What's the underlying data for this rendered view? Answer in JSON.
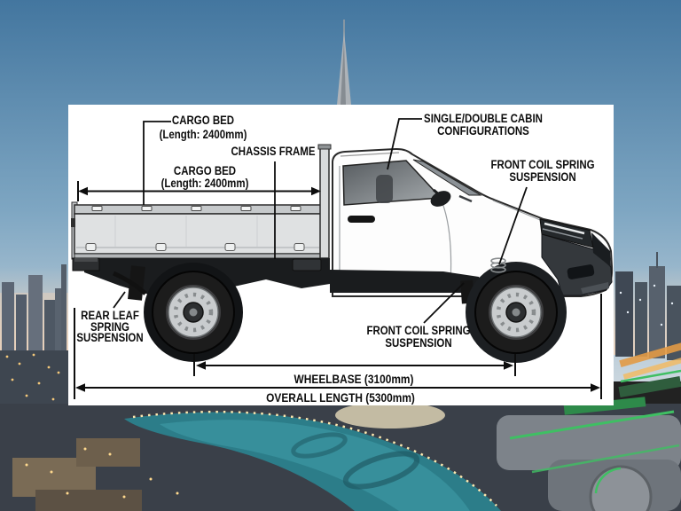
{
  "colors": {
    "sky_top": "#43769f",
    "sky_mid": "#7ea6c2",
    "sky_low": "#cad6de",
    "sunset": "#ecd1b9",
    "panel_bg": "#ffffff",
    "ink": "#0d0d0d",
    "truck_outline": "#2b2b2b",
    "bed_gray": "#dfe1e2",
    "dark_parts": "#1a1c1e",
    "bumper_gray": "#34383c",
    "water_teal": "#2c7d89",
    "neon_green": "#3fbf63",
    "city_orange": "#e29a45"
  },
  "panel": {
    "labels": {
      "cargo_bed_top": {
        "line1": "CARGO BED",
        "line2": "(Length: 2400mm)"
      },
      "chassis_frame": {
        "line1": "CHASSIS FRAME"
      },
      "cargo_bed_dim": {
        "line1": "CARGO BED",
        "line2": "(Length: 2400mm)"
      },
      "cabin_config": {
        "line1": "SINGLE/DOUBLE CABIN",
        "line2": "CONFIGURATIONS"
      },
      "front_coil_upper": {
        "line1": "FRONT COIL SPRING",
        "line2": "SUSPENSION"
      },
      "front_coil_lower": {
        "line1": "FRONT COIL SPRING",
        "line2": "SUSPENSION"
      },
      "rear_leaf": {
        "line1": "REAR LEAF",
        "line2": "SPRING",
        "line3": "SUSPENSION"
      },
      "wheelbase_dim": {
        "line1": "WHEELBASE (3100mm)"
      },
      "overall_length_dim": {
        "line1": "OVERALL LENGTH (5300mm)"
      }
    },
    "measurements": {
      "cargo_bed_length_mm": "2400",
      "wheelbase_mm": "3100",
      "overall_length_mm": "5300"
    }
  },
  "icons": {
    "vehicle_illustration": "single-cab-pickup-truck-side-view",
    "background_photo": "dubai-downtown-skyline-dusk"
  }
}
